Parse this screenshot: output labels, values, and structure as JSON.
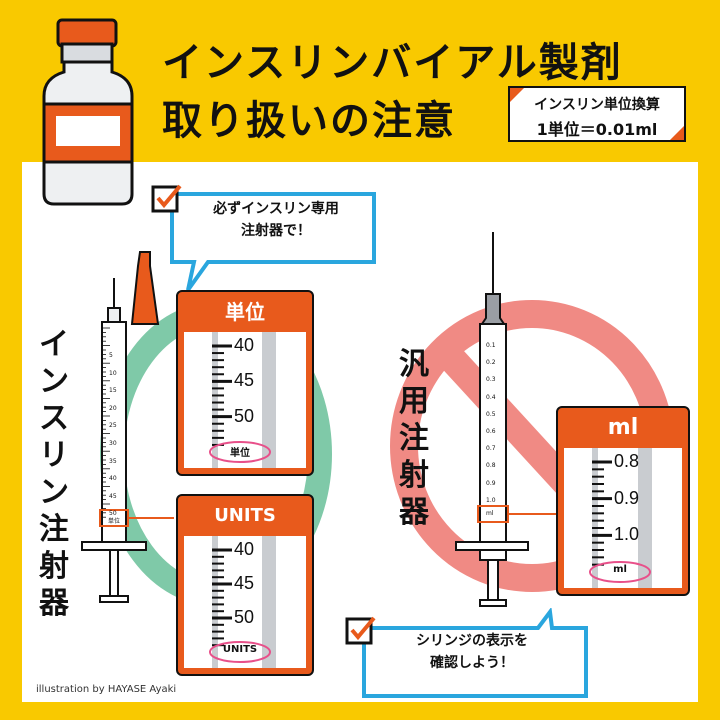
{
  "title": {
    "line1": "インスリンバイアル製剤",
    "line2": "取り扱いの注意"
  },
  "unit_note": {
    "line1": "インスリン単位換算",
    "line2": "1単位＝0.01ml"
  },
  "tip_top": {
    "line1": "必ずインスリン専用",
    "line2": "注射器で！"
  },
  "tip_bottom": {
    "line1": "シリンジの表示を",
    "line2": "確認しよう！"
  },
  "insulin_syringe": {
    "label_chars": [
      "イ",
      "ン",
      "ス",
      "リ",
      "ン",
      "注",
      "射",
      "器"
    ],
    "scale_ticks": [
      "5",
      "10",
      "15",
      "20",
      "25",
      "30",
      "35",
      "40",
      "45",
      "50"
    ],
    "scale_unit": "単位"
  },
  "general_syringe": {
    "label_chars": [
      "汎",
      "用",
      "注",
      "射",
      "器"
    ],
    "scale_ticks": [
      "0.1",
      "0.2",
      "0.3",
      "0.4",
      "0.5",
      "0.6",
      "0.7",
      "0.8",
      "0.9",
      "1.0"
    ],
    "scale_unit": "ml"
  },
  "zoom_tani": {
    "header": "単位",
    "ticks": [
      "40",
      "45",
      "50"
    ],
    "unit": "単位"
  },
  "zoom_units": {
    "header": "UNITS",
    "ticks": [
      "40",
      "45",
      "50"
    ],
    "unit": "UNITS"
  },
  "zoom_ml": {
    "header": "ml",
    "ticks": [
      "0.8",
      "0.9",
      "1.0"
    ],
    "unit": "ml"
  },
  "credit": "illustration by HAYASE Ayaki",
  "colors": {
    "background": "#f9c900",
    "accent_orange": "#e85a1c",
    "ok_green": "#7fc9a8",
    "ng_pink": "#f08a84",
    "bubble_blue": "#2aa6de",
    "circle_pink": "#e8508a"
  }
}
